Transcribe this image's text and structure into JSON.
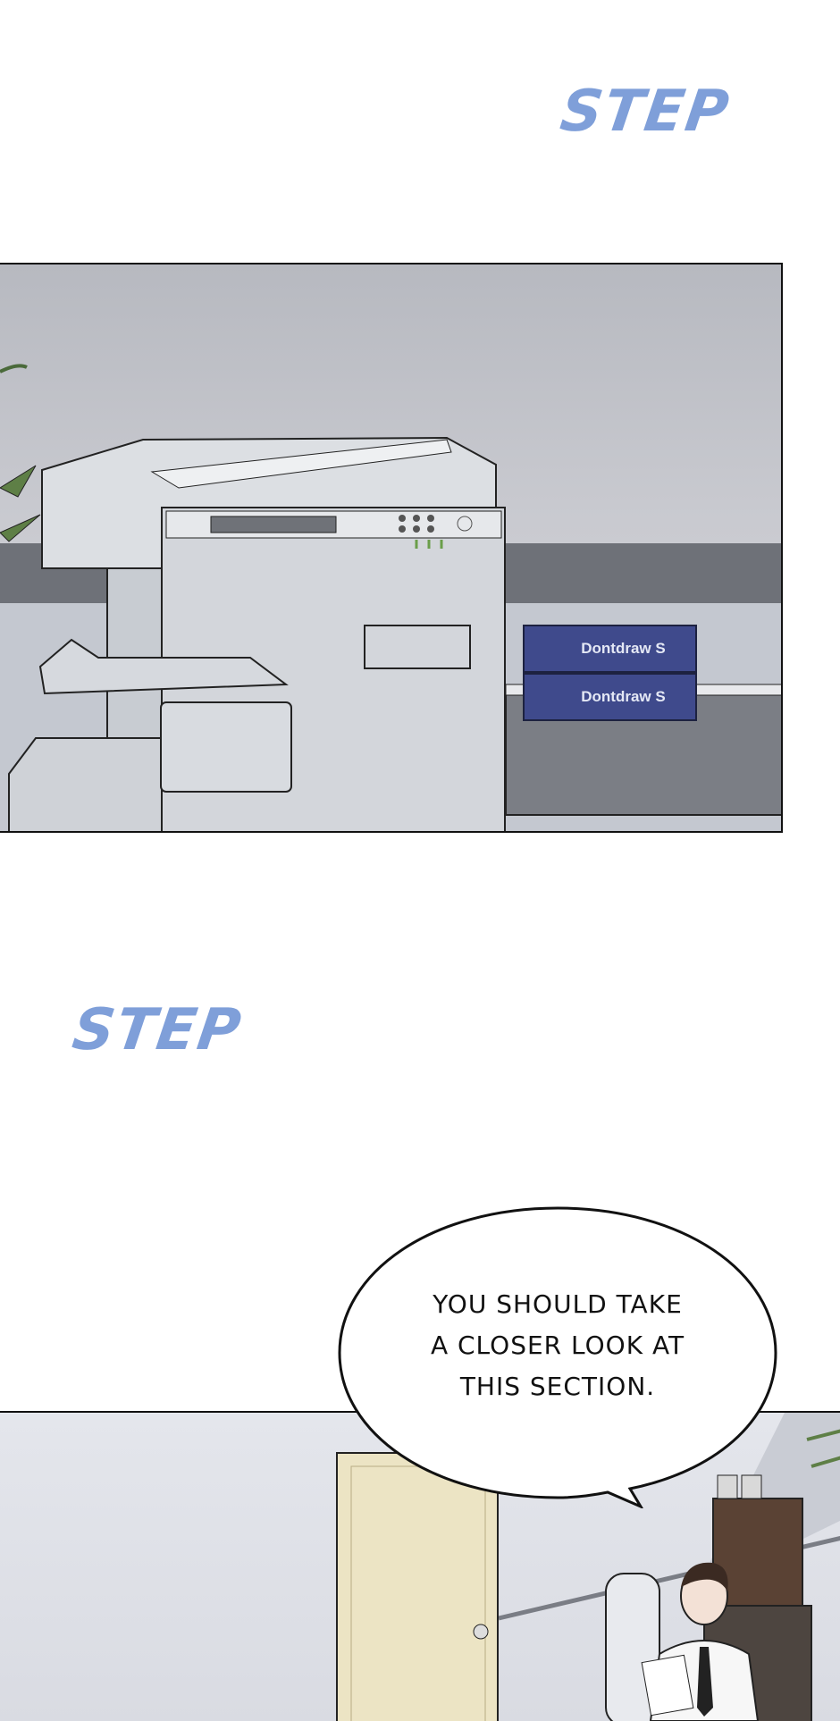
{
  "sfx": [
    "STEP",
    "STEP"
  ],
  "panel1": {
    "paper_box_labels": [
      "Dontdraw S",
      "Dontdraw S"
    ]
  },
  "speech_bubble": {
    "lines": [
      "YOU SHOULD TAKE",
      "A CLOSER LOOK AT",
      "THIS SECTION."
    ]
  },
  "colors": {
    "sfx": "#7f9fd9",
    "box": "#3f4a8c"
  }
}
